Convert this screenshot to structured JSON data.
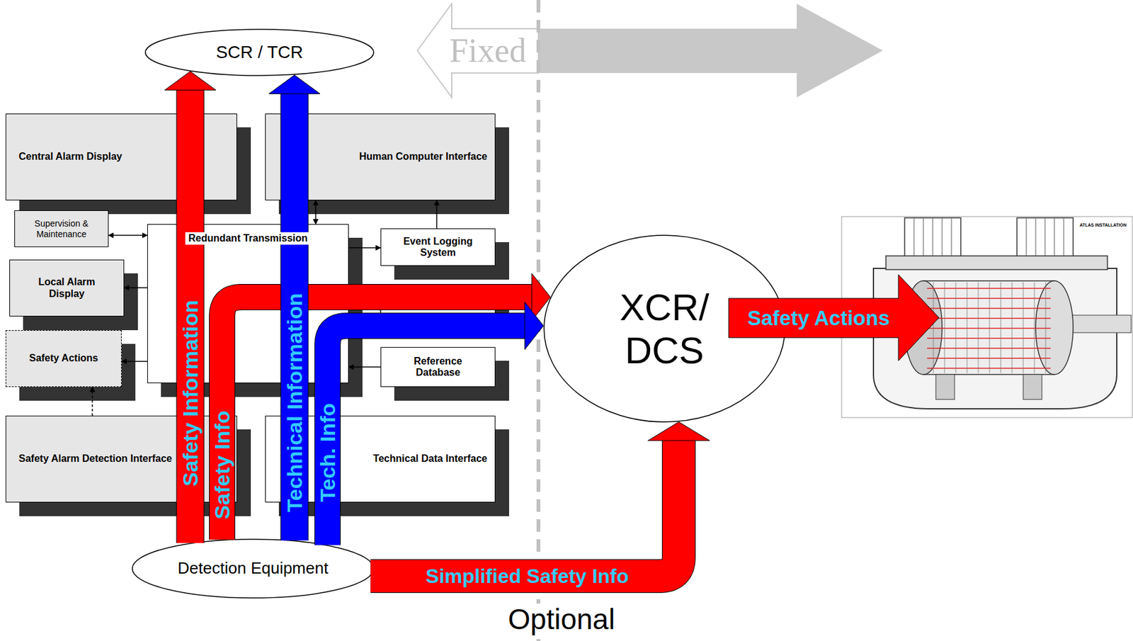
{
  "diagram": {
    "nodes": [
      {
        "text": [
          "SCR / TCR"
        ]
      },
      {
        "text": [
          "Central Alarm Display"
        ]
      },
      {
        "text": [
          "Human Computer Interface"
        ]
      },
      {
        "text": [
          "Supervision & Maintenance"
        ]
      },
      {
        "text": [
          "Redundant Transmission"
        ]
      },
      {
        "text": [
          "Event Logging System"
        ]
      },
      {
        "text": [
          "Local Alarm Display"
        ]
      },
      {
        "text": [
          "XCR/ DCS"
        ]
      },
      {
        "text": [
          "Safety Actions"
        ]
      },
      {
        "text": [
          "Reference Database"
        ]
      },
      {
        "text": [
          "Safety Alarm Detection Interface"
        ]
      },
      {
        "text": [
          "Technical Data Interface"
        ]
      },
      {
        "text": [
          "Detection Equipment"
        ]
      }
    ],
    "edges": [
      {
        "from": 12,
        "to": 0,
        "label": "Safety Information",
        "arrow": "to"
      },
      {
        "from": 12,
        "to": 7,
        "label": "Safety Info",
        "arrow": "to"
      },
      {
        "from": 12,
        "to": 0,
        "label": "Technical Information",
        "arrow": "to"
      },
      {
        "from": 12,
        "to": 7,
        "label": "Tech. Info",
        "arrow": "to"
      },
      {
        "from": 12,
        "to": 7,
        "label": "Simplified Safety Info",
        "arrow": "to"
      },
      {
        "from": 3,
        "to": 4,
        "arrow": "both"
      },
      {
        "from": 2,
        "to": 4,
        "arrow": "both"
      },
      {
        "from": 4,
        "to": 5,
        "arrow": "to"
      },
      {
        "from": 5,
        "to": 2,
        "arrow": "to"
      },
      {
        "from": 4,
        "to": 6,
        "arrow": "to"
      },
      {
        "from": 4,
        "to": 8,
        "arrow": "to"
      },
      {
        "from": 9,
        "to": 4,
        "arrow": "to"
      },
      {
        "from": 10,
        "to": 8,
        "arrow": "to"
      }
    ],
    "labels": [
      "Fixed",
      "Safety Actions",
      "ATLAS INSTALLATION",
      "Optional"
    ]
  }
}
